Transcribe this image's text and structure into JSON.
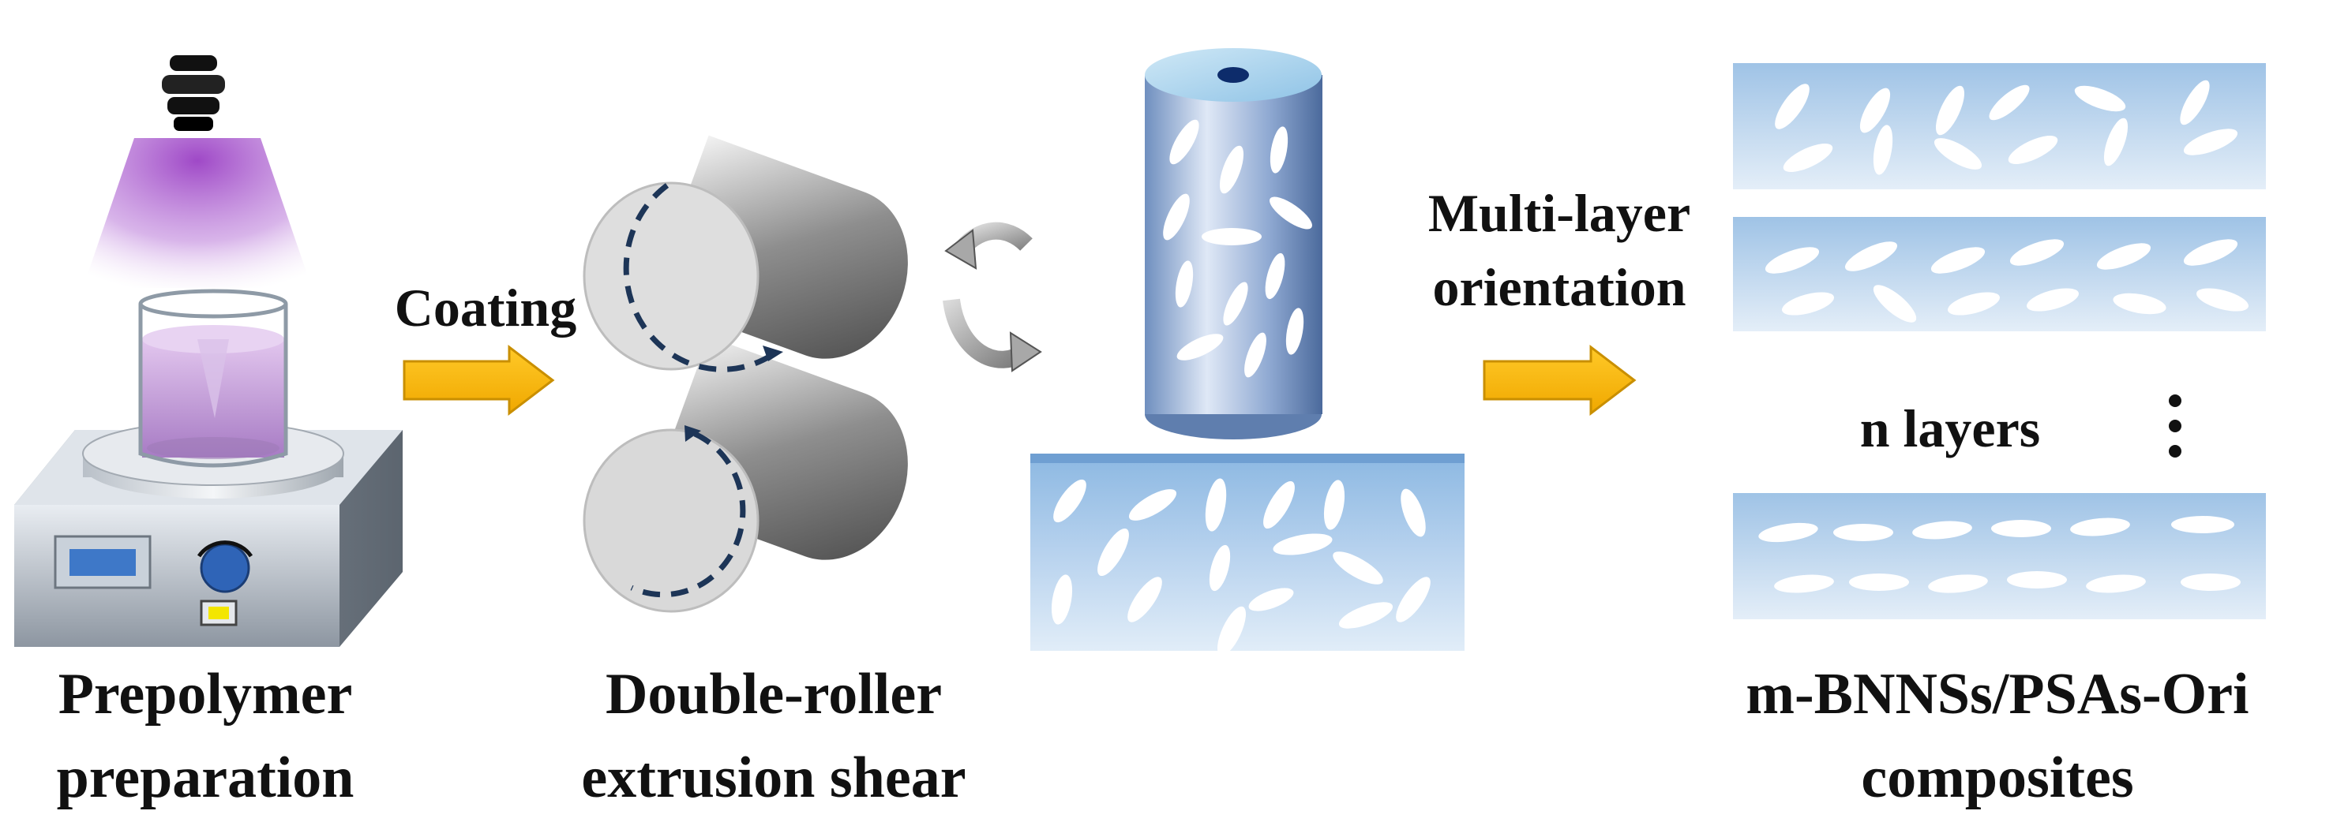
{
  "labels": {
    "coating": "Coating",
    "multi_layer_line1": "Multi-layer",
    "multi_layer_line2": "orientation",
    "n_layers": "n layers",
    "dots": "⋮",
    "prepolymer_line1": "Prepolymer",
    "prepolymer_line2": "preparation",
    "roller_line1": "Double-roller",
    "roller_line2": "extrusion shear",
    "composite_line1": "m-BNNSs/PSAs-Ori",
    "composite_line2": "composites"
  },
  "colors": {
    "arrow": "#f7b500",
    "arrow_edge": "#c98f00",
    "uv_light": "#a24fc8",
    "film_top": "#9fc3e6",
    "film_bottom": "#e4eef8",
    "roller_dash": "#1d3557",
    "text": "#111111"
  },
  "icons": {
    "uv_lamp": "uv-lamp-icon",
    "beaker": "beaker-icon",
    "stirrer": "magnetic-stirrer-icon",
    "rollers": "double-roller-icon",
    "rotation": "rotation-arrows-icon",
    "cylinder": "cylinder-icon"
  }
}
